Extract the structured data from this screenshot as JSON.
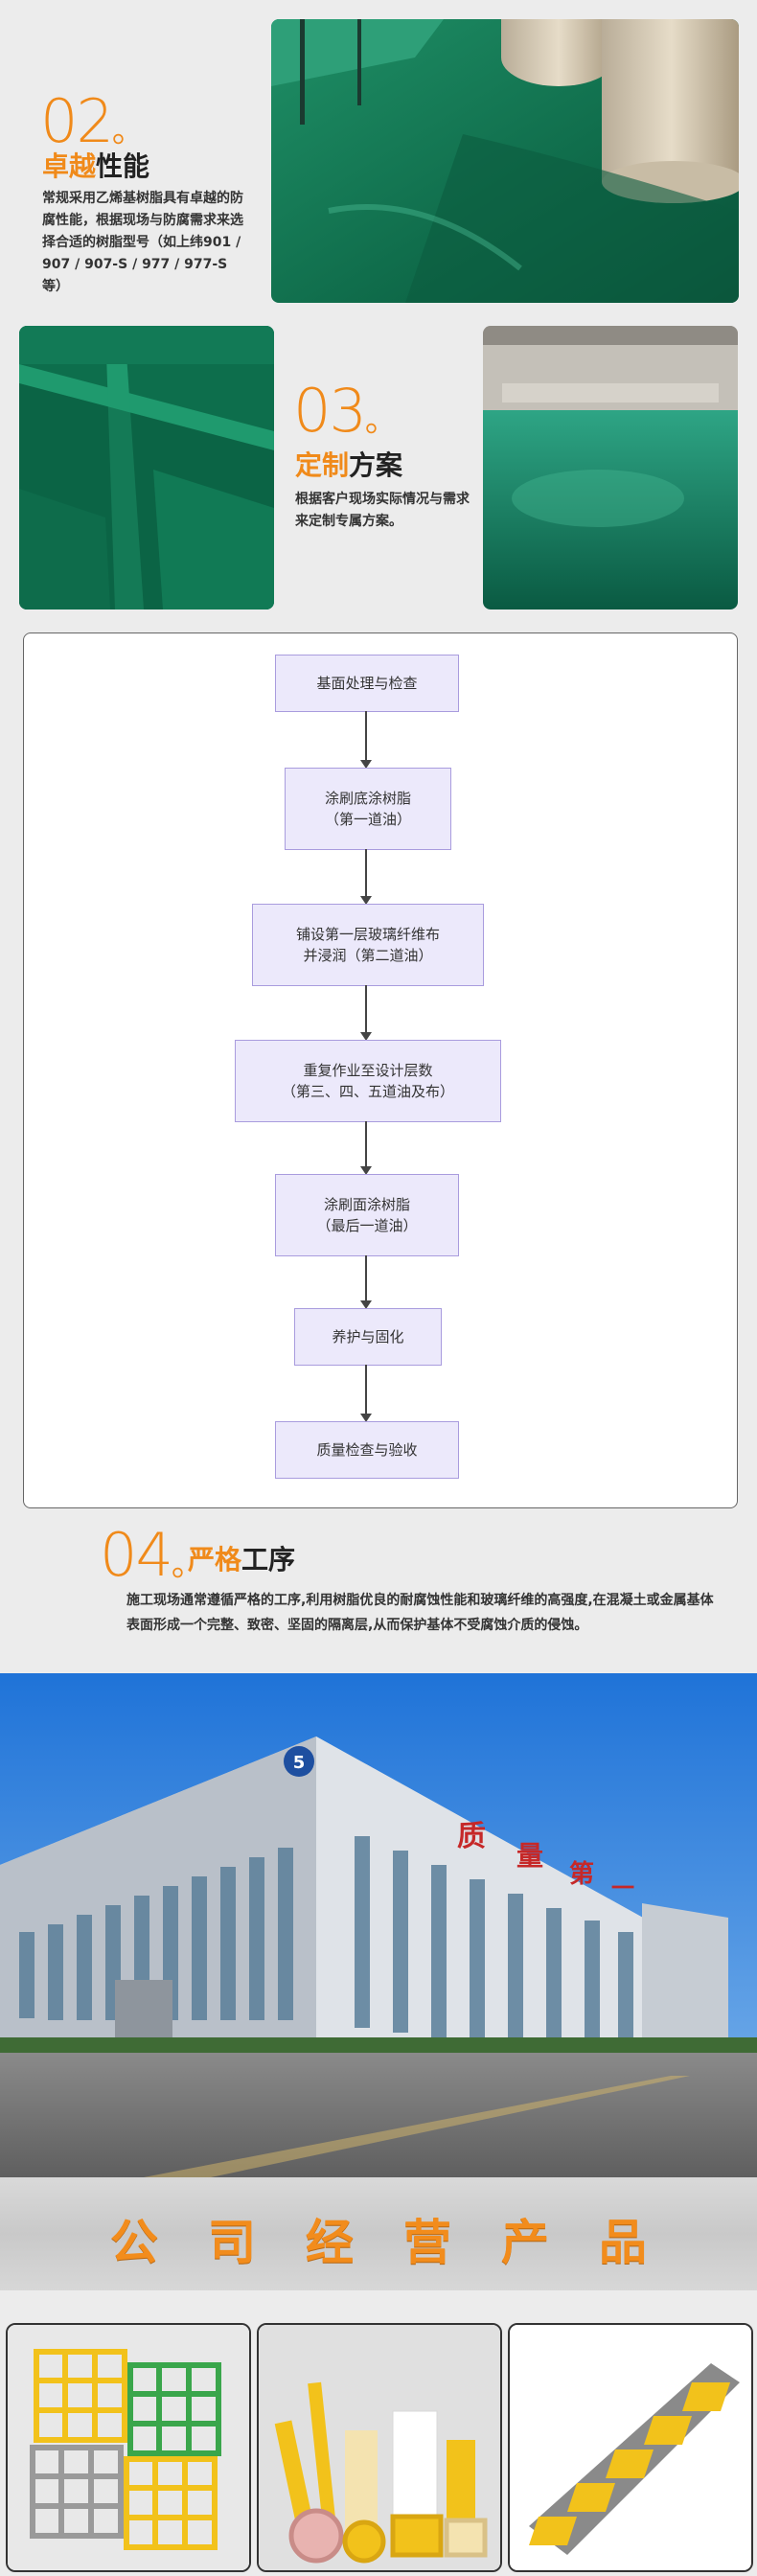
{
  "section02": {
    "number": "02",
    "dot": "。",
    "title_highlight": "卓越",
    "title_rest": "性能",
    "description": "常规采用乙烯基树脂具有卓越的防腐性能，根据现场与防腐需求来选择合适的树脂型号（如上纬901 / 907 / 907-S / 977 / 977-S等）"
  },
  "section03": {
    "number": "03",
    "dot": "。",
    "title_highlight": "定制",
    "title_rest": "方案",
    "description": "根据客户现场实际情况与需求来定制专属方案。"
  },
  "flowchart": {
    "steps": [
      "基面处理与检查",
      "涂刷底涂树脂\n（第一道油）",
      "铺设第一层玻璃纤维布\n并浸润（第二道油）",
      "重复作业至设计层数\n（第三、四、五道油及布）",
      "涂刷面涂树脂\n（最后一道油）",
      "养护与固化",
      "质量检查与验收"
    ]
  },
  "section04": {
    "number": "04",
    "dot": "。",
    "title_highlight": "严格",
    "title_rest": "工序",
    "description": "施工现场通常遵循严格的工序,利用树脂优良的耐腐蚀性能和玻璃纤维的高强度,在混凝土或金属基体表面形成一个完整、致密、坚固的隔离层,从而保护基体不受腐蚀介质的侵蚀。"
  },
  "factory": {
    "sign_chars": [
      "质",
      "量",
      "第",
      "一"
    ],
    "badge": "5"
  },
  "banner": {
    "title": "公司经营产品"
  },
  "colors": {
    "accent_orange": "#f08a1a",
    "epoxy_green": "#0f7a55",
    "flow_box_fill": "#ece9fb",
    "flow_box_border": "#a99cde"
  }
}
